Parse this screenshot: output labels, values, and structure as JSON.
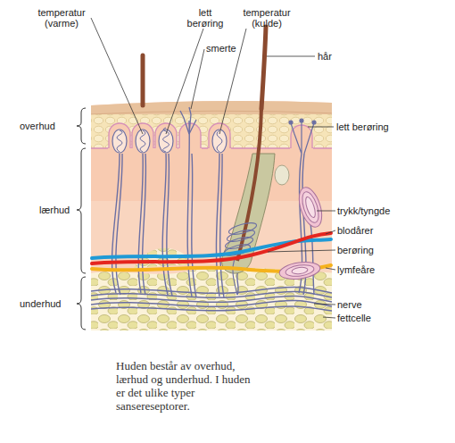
{
  "diagram": {
    "caption": "Huden består av overhud, lærhud og underhud. I huden er det ulike typer sansereseptorer.",
    "labels": [
      "temperatur (varme)",
      "lett berøring",
      "smerte",
      "temperatur (kulde)",
      "hår",
      "overhud",
      "lett berøring",
      "lærhud",
      "trykk/tyngde",
      "blodårer",
      "berøring",
      "lymfeåre",
      "underhud",
      "nerve",
      "fettcelle"
    ]
  }
}
